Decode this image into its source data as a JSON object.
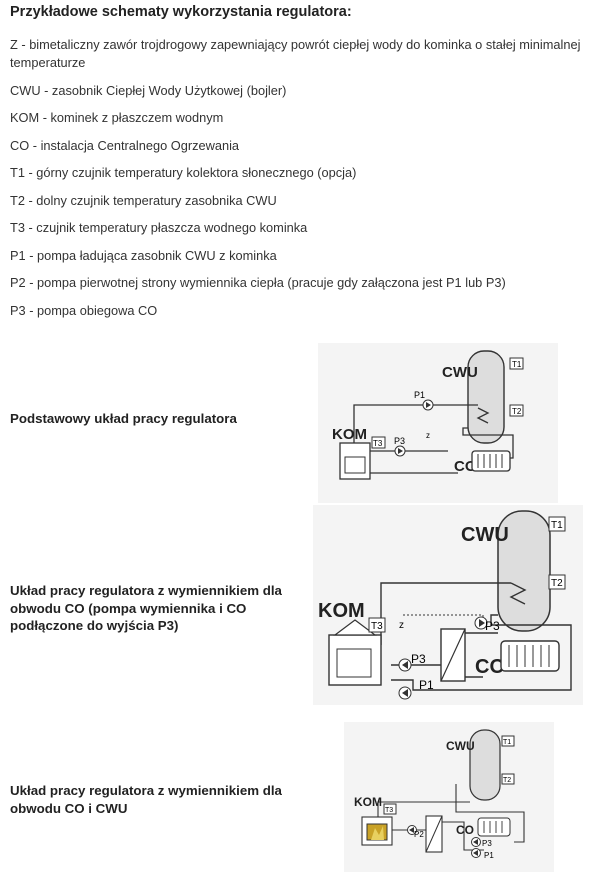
{
  "title": "Przykładowe schematy wykorzystania regulatora:",
  "legend": [
    "Z - bimetaliczny zawór trojdrogowy zapewniający powrót ciepłej wody do kominka o stałej minimalnej temperaturze",
    "CWU - zasobnik Ciepłej Wody Użytkowej (bojler)",
    "KOM - kominek z płaszczem wodnym",
    "CO - instalacja Centralnego Ogrzewania",
    "T1 - górny czujnik temperatury kolektora  słonecznego (opcja)",
    "T2 - dolny czujnik temperatury zasobnika CWU",
    "T3 - czujnik temperatury płaszcza wodnego kominka",
    "P1 - pompa ładująca zasobnik CWU z kominka",
    "P2 - pompa pierwotnej strony wymiennika ciepła (pracuje gdy załączona jest P1 lub P3)",
    "P3 - pompa obiegowa CO"
  ],
  "sections": [
    {
      "title": "Podstawowy układ pracy regulatora"
    },
    {
      "title": "Układ pracy regulatora z wymiennikiem dla obwodu CO (pompa wymiennika i CO podłączone do wyjścia P3)"
    },
    {
      "title": "Układ pracy regulatora z wymiennikiem dla obwodu CO i CWU"
    }
  ],
  "diagram_labels": {
    "cwu": "CWU",
    "kom": "KOM",
    "co": "CO",
    "t1": "T1",
    "t2": "T2",
    "t3": "T3",
    "p1": "P1",
    "p2": "P2",
    "p3": "P3",
    "z": "Z",
    "z_lower": "z"
  }
}
